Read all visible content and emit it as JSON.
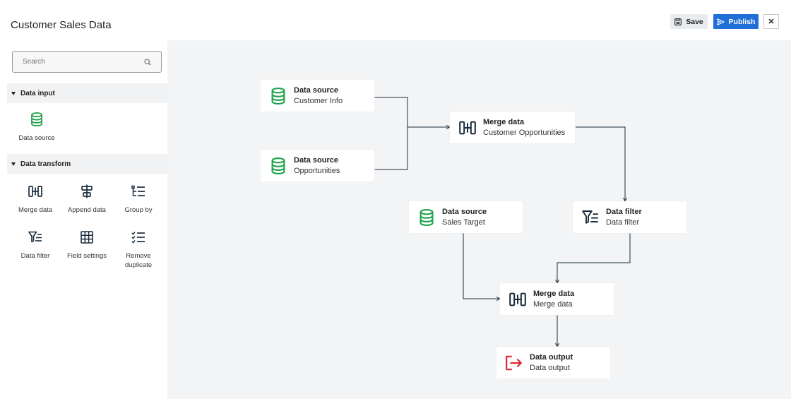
{
  "header": {
    "title": "Customer Sales Data",
    "save_label": "Save",
    "publish_label": "Publish",
    "close_symbol": "✕"
  },
  "sidebar": {
    "search_placeholder": "Search",
    "sections": [
      {
        "label": "Data input",
        "items": [
          {
            "label": "Data source",
            "icon": "database-icon"
          }
        ]
      },
      {
        "label": "Data transform",
        "items": [
          {
            "label": "Merge data",
            "icon": "merge-icon"
          },
          {
            "label": "Append data",
            "icon": "append-icon"
          },
          {
            "label": "Group by",
            "icon": "group-by-icon"
          },
          {
            "label": "Data filter",
            "icon": "filter-icon"
          },
          {
            "label": "Field settings",
            "icon": "grid-icon"
          },
          {
            "label": "Remove duplicate",
            "icon": "checklist-icon"
          }
        ]
      }
    ]
  },
  "canvas": {
    "nodes": [
      {
        "title": "Data source",
        "subtitle": "Customer Info",
        "icon": "database-icon"
      },
      {
        "title": "Data source",
        "subtitle": "Opportunities",
        "icon": "database-icon"
      },
      {
        "title": "Merge data",
        "subtitle": "Customer Opportunities",
        "icon": "merge-icon"
      },
      {
        "title": "Data source",
        "subtitle": "Sales Target",
        "icon": "database-icon"
      },
      {
        "title": "Data filter",
        "subtitle": "Data filter",
        "icon": "filter-icon"
      },
      {
        "title": "Merge data",
        "subtitle": "Merge data",
        "icon": "merge-icon"
      },
      {
        "title": "Data output",
        "subtitle": "Data output",
        "icon": "output-icon"
      }
    ]
  },
  "colors": {
    "accent": "#1f6fd6",
    "datasource": "#1fa34a",
    "output": "#e0262f",
    "canvas_bg": "#f3f4f5"
  }
}
